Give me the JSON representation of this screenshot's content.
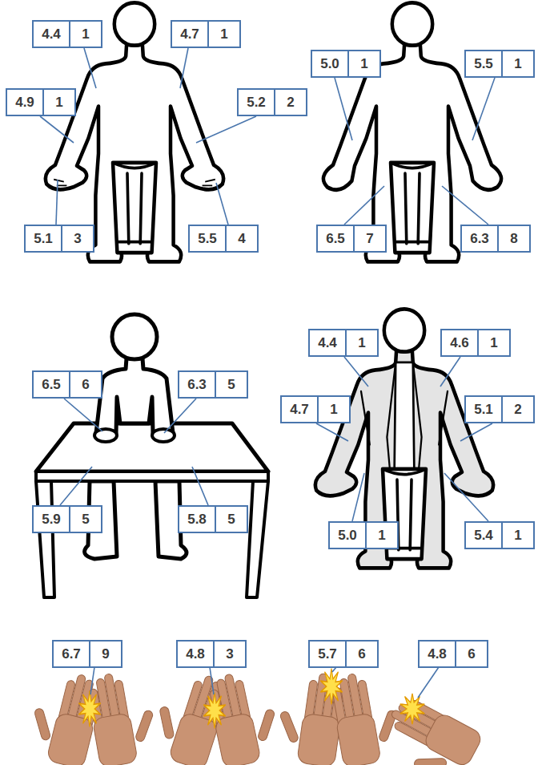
{
  "diagram": {
    "nodes": [
      {
        "text": [
          "4.4",
          "1"
        ]
      },
      {
        "text": [
          "4.7",
          "1"
        ]
      },
      {
        "text": [
          "4.9",
          "1"
        ]
      },
      {
        "text": [
          "5.2",
          "2"
        ]
      },
      {
        "text": [
          "5.1",
          "3"
        ]
      },
      {
        "text": [
          "5.5",
          "4"
        ]
      },
      {
        "text": [
          "5.0",
          "1"
        ]
      },
      {
        "text": [
          "5.5",
          "1"
        ]
      },
      {
        "text": [
          "6.5",
          "7"
        ]
      },
      {
        "text": [
          "6.3",
          "8"
        ]
      },
      {
        "text": [
          "6.5",
          "6"
        ]
      },
      {
        "text": [
          "6.3",
          "5"
        ]
      },
      {
        "text": [
          "5.9",
          "5"
        ]
      },
      {
        "text": [
          "5.8",
          "5"
        ]
      },
      {
        "text": [
          "4.4",
          "1"
        ]
      },
      {
        "text": [
          "4.6",
          "1"
        ]
      },
      {
        "text": [
          "4.7",
          "1"
        ]
      },
      {
        "text": [
          "5.1",
          "2"
        ]
      },
      {
        "text": [
          "5.0",
          "1"
        ]
      },
      {
        "text": [
          "5.4",
          "1"
        ]
      },
      {
        "text": [
          "6.7",
          "9"
        ]
      },
      {
        "text": [
          "4.8",
          "3"
        ]
      },
      {
        "text": [
          "5.7",
          "6"
        ]
      },
      {
        "text": [
          "4.8",
          "6"
        ]
      }
    ]
  }
}
